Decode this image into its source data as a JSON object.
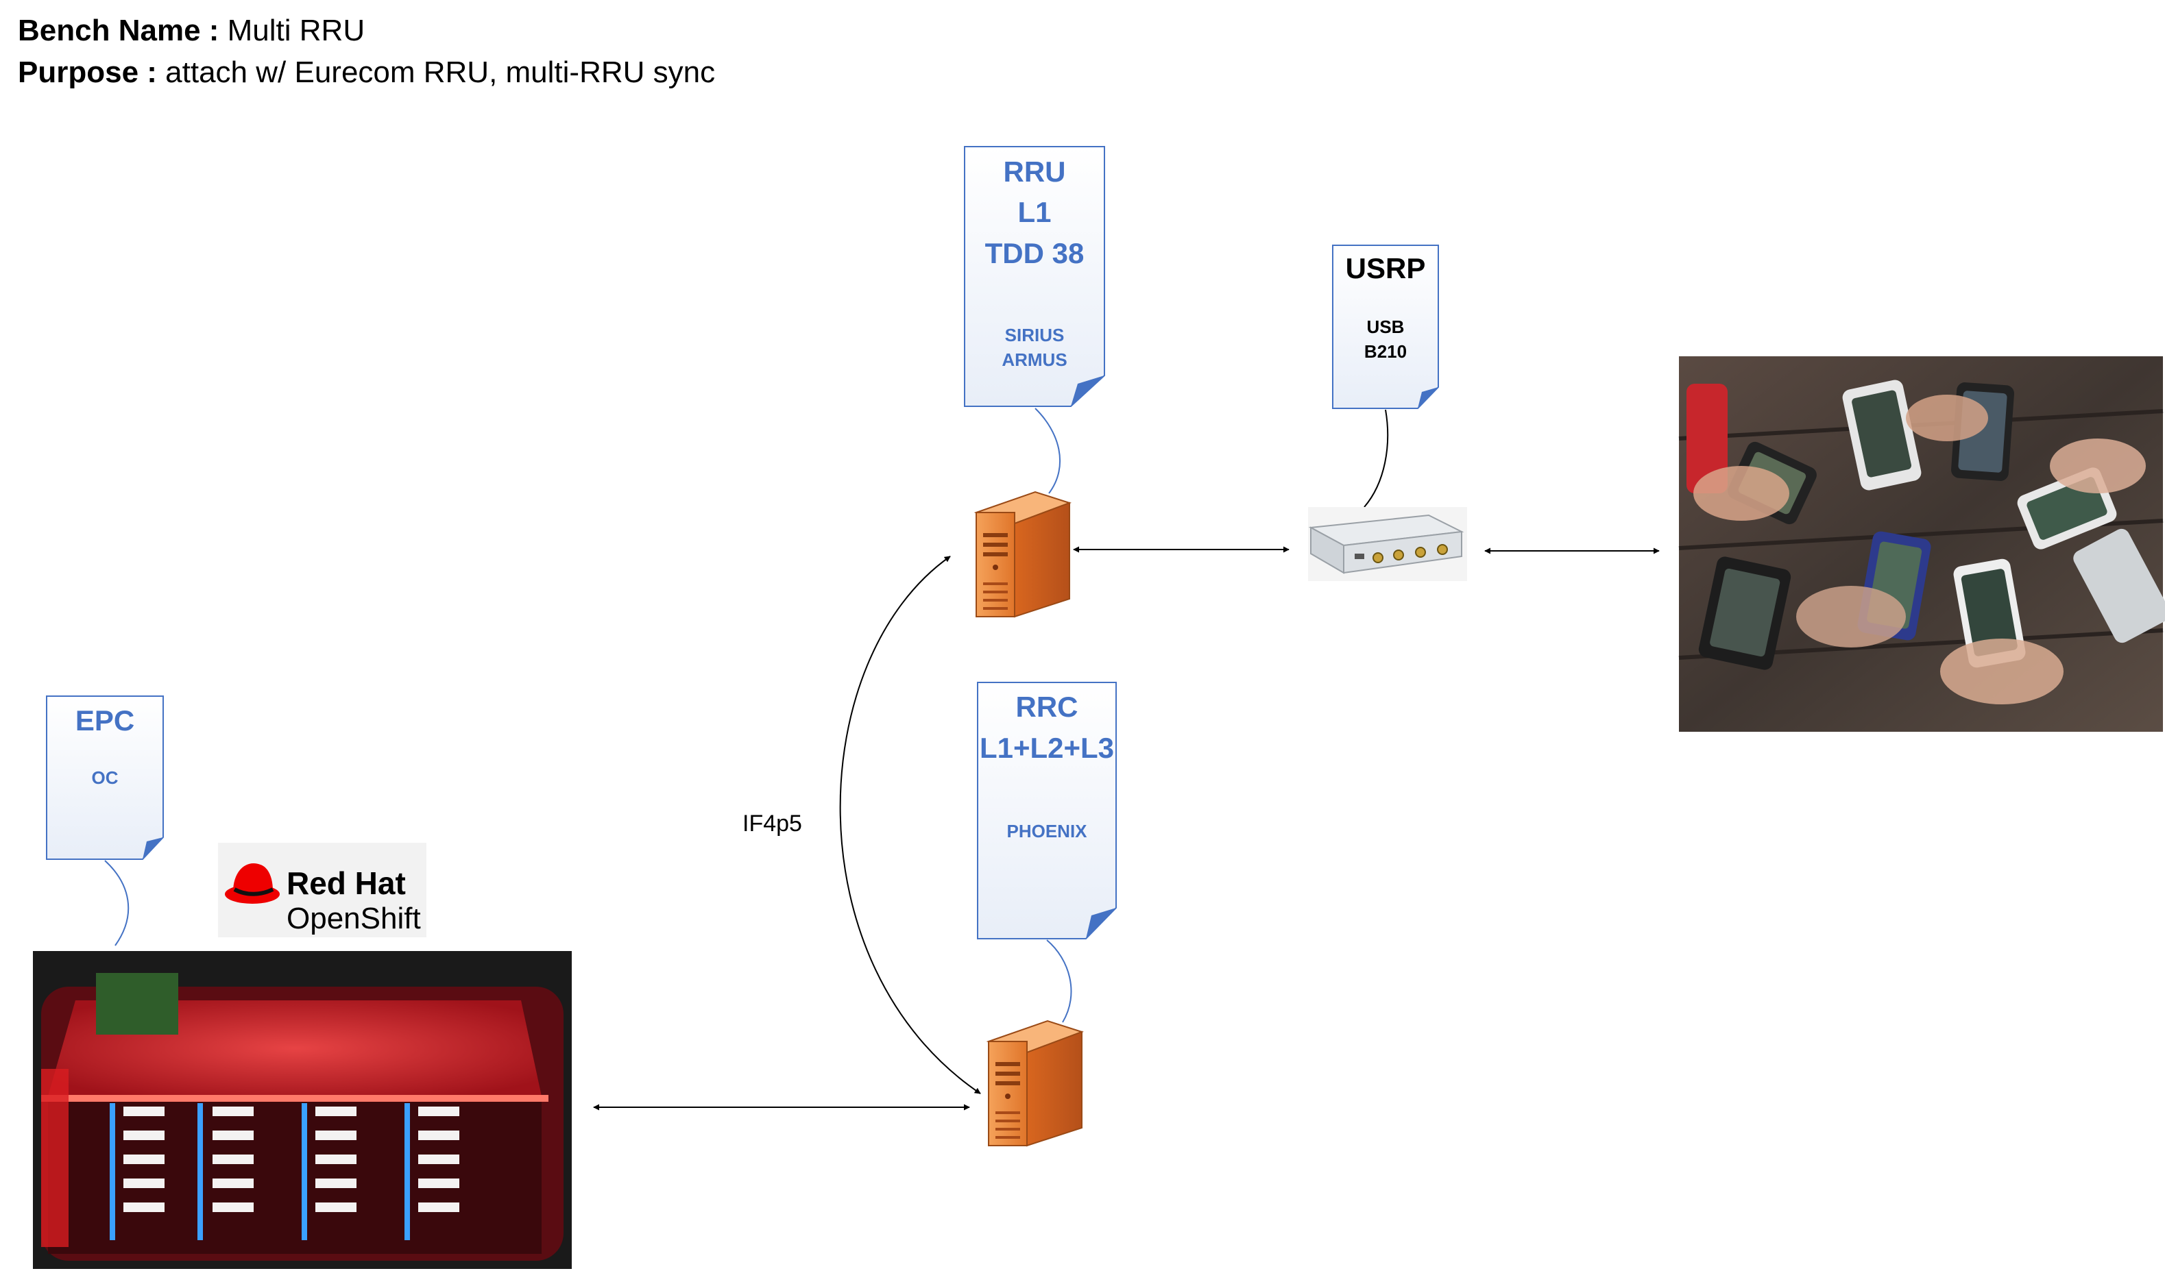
{
  "header": {
    "bench_label": "Bench Name :",
    "bench_value": "Multi RRU",
    "purpose_label": "Purpose :",
    "purpose_value": "attach w/ Eurecom RRU, multi-RRU sync"
  },
  "notes": {
    "rru": {
      "l1": "RRU",
      "l2": "L1",
      "l3": "TDD 38",
      "s1": "SIRIUS",
      "s2": "ARMUS"
    },
    "usrp": {
      "l1": "USRP",
      "s1": "USB",
      "s2": "B210"
    },
    "rrc": {
      "l1": "RRC",
      "l2": "L1+L2+L3",
      "s1": "PHOENIX"
    },
    "epc": {
      "l1": "EPC",
      "s1": "OC"
    }
  },
  "links": {
    "if_label": "IF4p5"
  },
  "logo": {
    "line1": "Red Hat",
    "line2": "OpenShift"
  },
  "colors": {
    "note_text": "#4472C4",
    "note_border": "#4472C4",
    "server_orange": "#E07A2E",
    "arrow": "#000000"
  },
  "icons": {
    "server": "server-icon",
    "usrp_device": "usrp-device-icon",
    "phones_photo": "smartphones-photo",
    "cluster_photo": "raspberry-pi-cluster-photo",
    "redhat_hat": "red-hat-logo-icon"
  }
}
